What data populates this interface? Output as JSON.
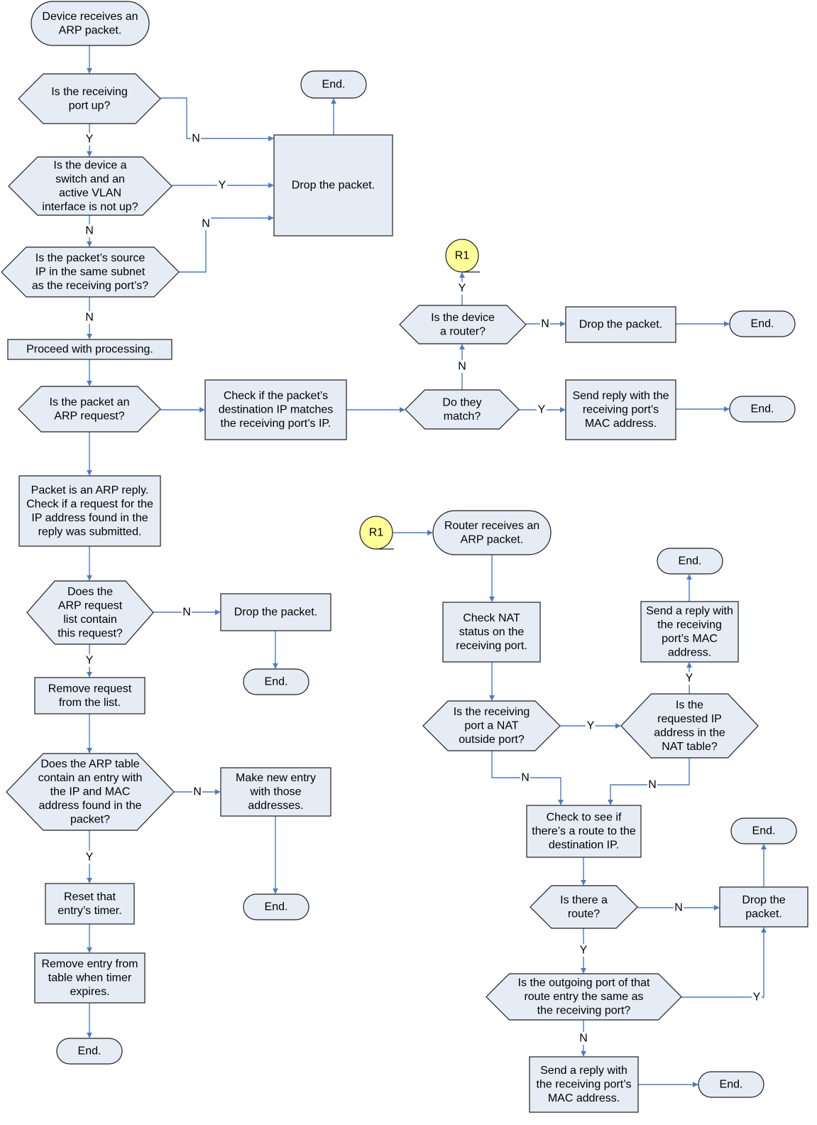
{
  "colors": {
    "node_fill": "#e6ecf6",
    "node_stroke": "#1f1f1f",
    "connector_fill": "#ffff99",
    "edge": "#4a7cc4",
    "text": "#000000"
  },
  "nodes": {
    "start": [
      "Device receives an",
      "ARP packet."
    ],
    "q_port_up": [
      "Is the receiving",
      "port up?"
    ],
    "end_top": [
      "End."
    ],
    "drop_main": [
      "Drop the packet."
    ],
    "q_vlan": [
      "Is the device a",
      "switch and an",
      "active VLAN",
      "interface is not up?"
    ],
    "q_subnet": [
      "Is the packet’s source",
      "IP in the same subnet",
      "as the receiving port’s?"
    ],
    "proceed": [
      "Proceed with processing."
    ],
    "q_arp_request": [
      "Is the packet an",
      "ARP request?"
    ],
    "check_dest_ip": [
      "Check if the packet’s",
      "destination IP matches",
      "the receiving port’s IP."
    ],
    "q_match": [
      "Do they",
      "match?"
    ],
    "q_router": [
      "Is the device",
      "a router?"
    ],
    "r1_top": [
      "R1"
    ],
    "drop_router": [
      "Drop the packet."
    ],
    "end_router": [
      "End."
    ],
    "send_reply_1": [
      "Send reply with the",
      "receiving port’s",
      "MAC address."
    ],
    "end_reply_1": [
      "End."
    ],
    "arp_reply": [
      "Packet is an ARP reply.",
      "Check if a request for the",
      "IP address found in the",
      "reply was submitted."
    ],
    "q_request_list": [
      "Does the",
      "ARP request",
      "list contain",
      "this request?"
    ],
    "drop_list": [
      "Drop the packet."
    ],
    "end_list": [
      "End."
    ],
    "remove_request": [
      "Remove request",
      "from the list."
    ],
    "q_arp_table": [
      "Does the ARP table",
      "contain an entry with",
      "the IP and MAC",
      "address found in the",
      "packet?"
    ],
    "new_entry": [
      "Make new entry",
      "with those",
      "addresses."
    ],
    "end_new_entry": [
      "End."
    ],
    "reset_timer": [
      "Reset that",
      "entry’s timer."
    ],
    "remove_entry": [
      "Remove entry from",
      "table when timer",
      "expires."
    ],
    "end_left": [
      "End."
    ],
    "r1_bottom": [
      "R1"
    ],
    "router_start": [
      "Router receives an",
      "ARP packet."
    ],
    "check_nat": [
      "Check NAT",
      "status on the",
      "receiving port."
    ],
    "q_nat_outside": [
      "Is the receiving",
      "port a NAT",
      "outside port?"
    ],
    "q_nat_table": [
      "Is the",
      "requested IP",
      "address in the",
      "NAT table?"
    ],
    "send_reply_nat": [
      "Send a reply with",
      "the receiving",
      "port’s MAC",
      "address."
    ],
    "end_nat": [
      "End."
    ],
    "check_route": [
      "Check to see if",
      "there’s a route to the",
      "destination IP."
    ],
    "q_route": [
      "Is there a",
      "route?"
    ],
    "drop_route": [
      "Drop the",
      "packet."
    ],
    "end_route": [
      "End."
    ],
    "q_outgoing": [
      "Is the outgoing port of that",
      "route entry the same as",
      "the receiving port?"
    ],
    "send_reply_final": [
      "Send a reply with",
      "the receiving port’s",
      "MAC address."
    ],
    "end_final": [
      "End."
    ]
  },
  "edges": {
    "port_up_n": "N",
    "port_up_y": "Y",
    "vlan_y": "Y",
    "vlan_n": "N",
    "subnet_n_drop": "N",
    "subnet_n_proceed": "N",
    "match_n": "N",
    "match_y": "Y",
    "router_y": "Y",
    "router_n": "N",
    "list_n": "N",
    "list_y": "Y",
    "table_n": "N",
    "table_y": "Y",
    "nat_outside_y": "Y",
    "nat_outside_n": "N",
    "nat_table_y": "Y",
    "nat_table_n": "N",
    "route_n": "N",
    "route_y": "Y",
    "outgoing_y": "Y",
    "outgoing_n": "N"
  }
}
